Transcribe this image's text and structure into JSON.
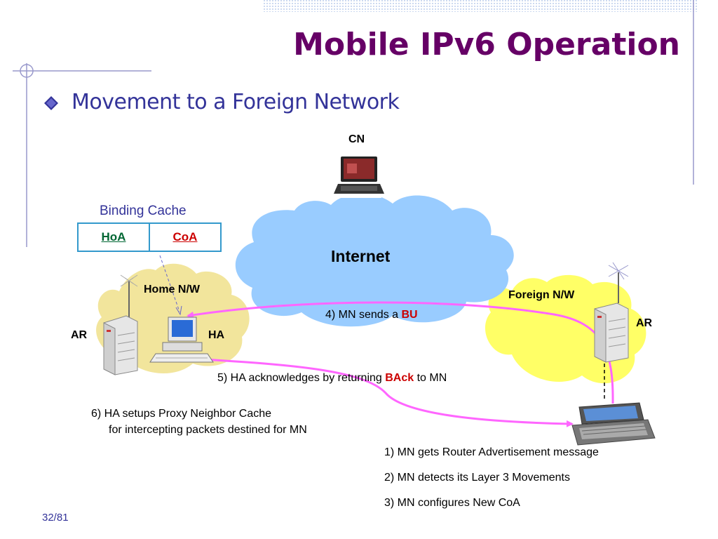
{
  "slide": {
    "title": "Mobile IPv6 Operation",
    "bullet": "Movement to a Foreign Network",
    "page_number": "32/81"
  },
  "nodes": {
    "cn": "CN",
    "internet": "Internet",
    "home_network": "Home N/W",
    "foreign_network": "Foreign N/W",
    "home_ar": "AR",
    "foreign_ar": "AR",
    "ha": "HA"
  },
  "binding_cache": {
    "title": "Binding Cache",
    "col1": "HoA",
    "col2": "CoA"
  },
  "messages": {
    "step4_prefix": "4) MN sends a ",
    "step4_highlight": "BU",
    "step5_prefix": "5) HA acknowledges by returning ",
    "step5_highlight": "BAck",
    "step5_suffix": " to MN",
    "step6_line1": "6) HA setups Proxy Neighbor Cache",
    "step6_line2": "for intercepting packets destined for MN"
  },
  "steps": [
    "1) MN gets Router Advertisement message",
    "2) MN detects its Layer 3 Movements",
    "3) MN configures New CoA"
  ],
  "colors": {
    "title": "#660066",
    "subtitle": "#333399",
    "internet_cloud": "#99ccff",
    "network_cloud": "#ffff66",
    "home_cloud": "#f5e6a0",
    "arrow": "#ff66ff",
    "highlight": "#cc0000",
    "table_border": "#3399cc"
  }
}
